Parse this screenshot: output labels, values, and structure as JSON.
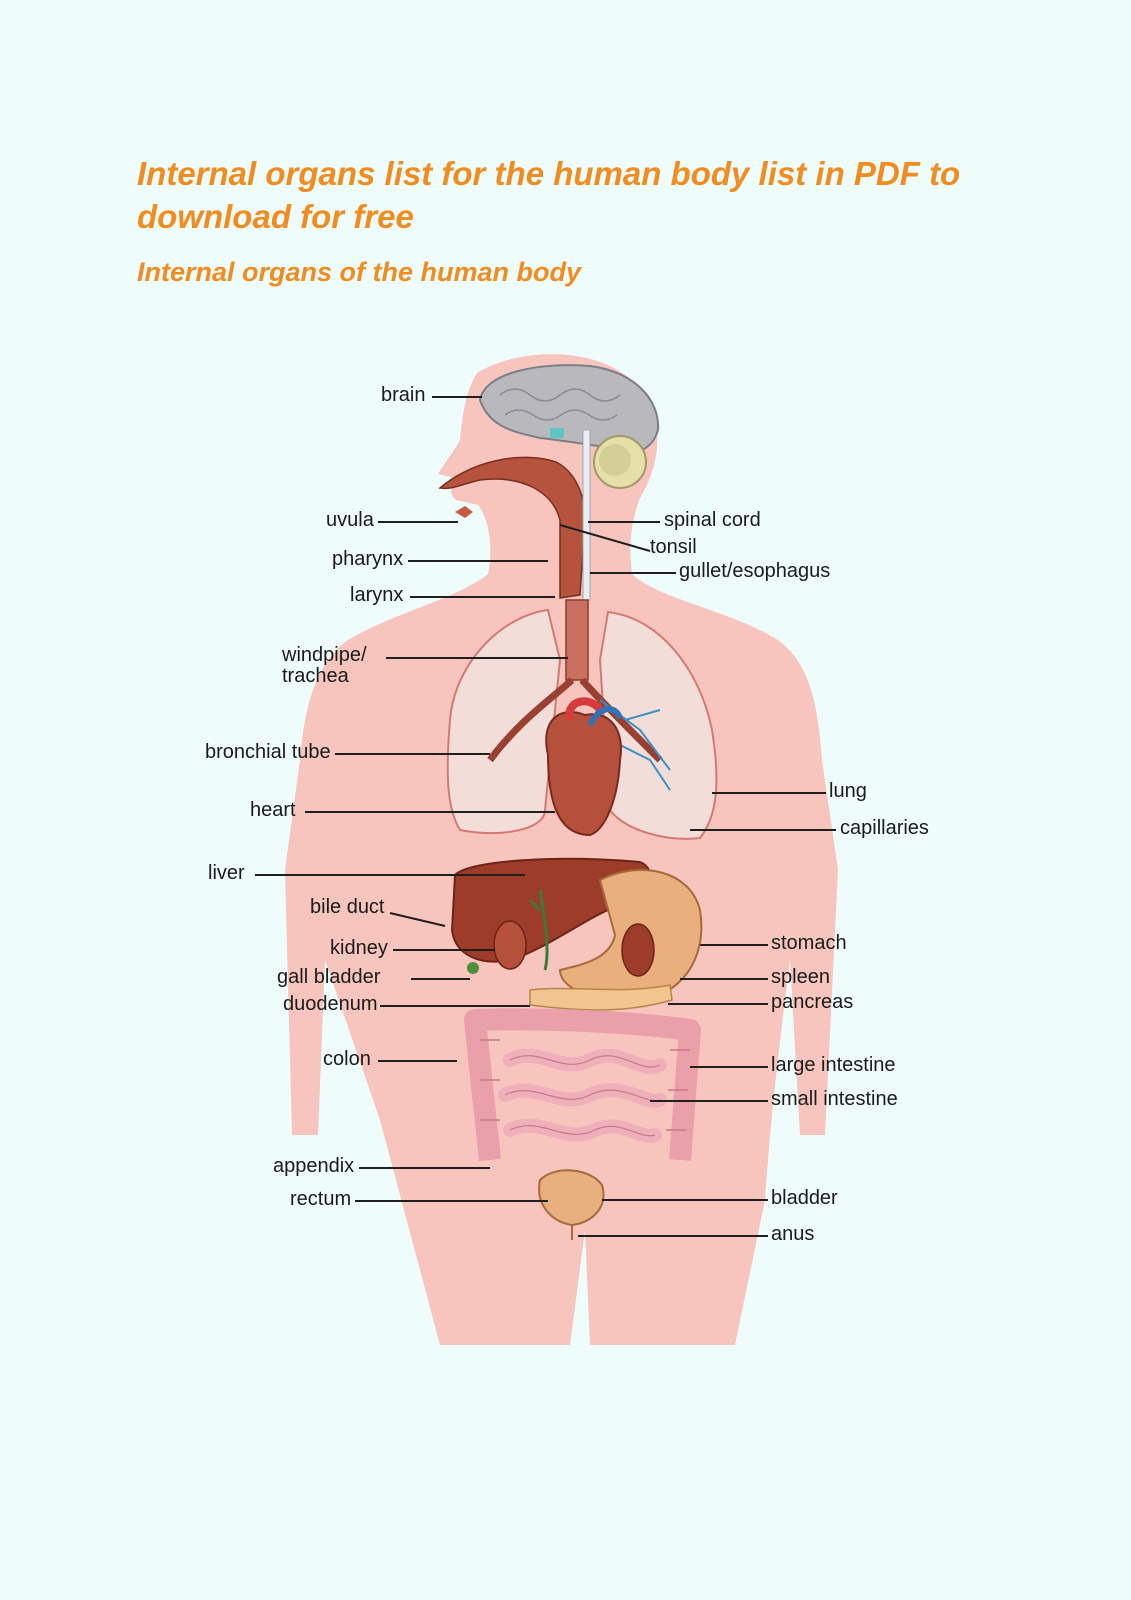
{
  "header": {
    "title": "Internal organs list for the human body list in PDF to download for free",
    "subtitle": "Internal organs of the human body"
  },
  "diagram": {
    "labels": {
      "brain": "brain",
      "uvula": "uvula",
      "pharynx": "pharynx",
      "larynx": "larynx",
      "windpipe": "windpipe/",
      "trachea": "trachea",
      "bronchial_tube": "bronchial tube",
      "heart": "heart",
      "liver": "liver",
      "bile_duct": "bile duct",
      "kidney": "kidney",
      "gall_bladder": "gall bladder",
      "duodenum": "duodenum",
      "colon": "colon",
      "appendix": "appendix",
      "rectum": "rectum",
      "spinal_cord": "spinal cord",
      "tonsil": "tonsil",
      "gullet": "gullet/esophagus",
      "lung": "lung",
      "capillaries": "capillaries",
      "stomach": "stomach",
      "spleen": "spleen",
      "pancreas": "pancreas",
      "large_intestine": "large intestine",
      "small_intestine": "small intestine",
      "bladder": "bladder",
      "anus": "anus"
    }
  }
}
